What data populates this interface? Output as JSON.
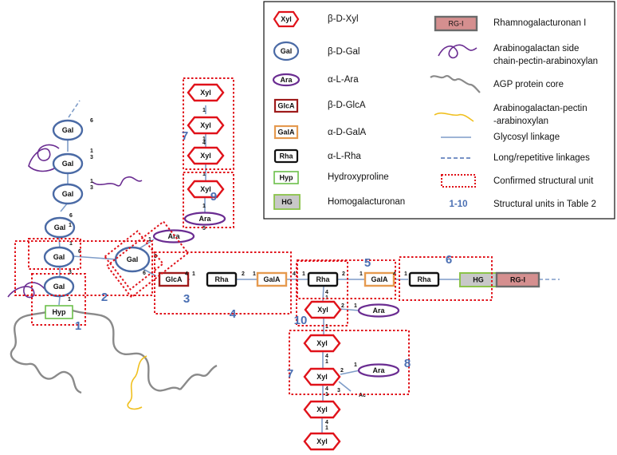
{
  "labels": {
    "xyl": "Xyl",
    "gal": "Gal",
    "ara": "Ara",
    "glca": "GlcA",
    "gala": "GalA",
    "rha": "Rha",
    "hyp": "Hyp",
    "hg": "HG",
    "rgi": "RG-I",
    "ac": "Ac"
  },
  "link_numbers": {
    "one": "1",
    "two": "2",
    "three": "3",
    "four": "4",
    "five": "5",
    "six": "6"
  },
  "unit_numbers": [
    "1",
    "2",
    "3",
    "4",
    "5",
    "6",
    "7",
    "8",
    "9",
    "10"
  ],
  "legend": {
    "xyl": "β-D-Xyl",
    "gal": "β-D-Gal",
    "ara": "α-L-Ara",
    "glca": "β-D-GlcA",
    "gala": "α-D-GalA",
    "rha": "α-L-Rha",
    "hyp": "Hydroxyproline",
    "hg": "Homogalacturonan",
    "rgi": "Rhamnogalacturonan I",
    "side_chain_1": "Arabinogalactan side",
    "side_chain_2": "chain-pectin-arabinoxylan",
    "agp": "AGP protein core",
    "agpa_1": "Arabinogalactan-pectin",
    "agpa_2": "-arabinoxylan",
    "glycosyl": "Glycosyl linkage",
    "long": "Long/repetitive linkages",
    "confirmed": "Confirmed structural unit",
    "units_range": "1-10",
    "units": "Structural units in Table 2"
  },
  "colors": {
    "xyl": "#e0121a",
    "gal": "#4a6aa5",
    "ara": "#6a2c91",
    "glca": "#9e1b1b",
    "gala": "#e59a4f",
    "rha": "#111111",
    "hyp": "#6cc04a",
    "hg_border": "#8bc34a",
    "hg_fill": "#c8c8c8",
    "rgi_fill": "#d58f8f",
    "rgi_border": "#6b6b6b",
    "link": "#7e9cc8",
    "unit_box": "#e0121a",
    "unit_number": "#4a6fb3",
    "side_chain": "#6a2c91",
    "protein": "#8a8a8a",
    "agpa": "#f0c020"
  }
}
